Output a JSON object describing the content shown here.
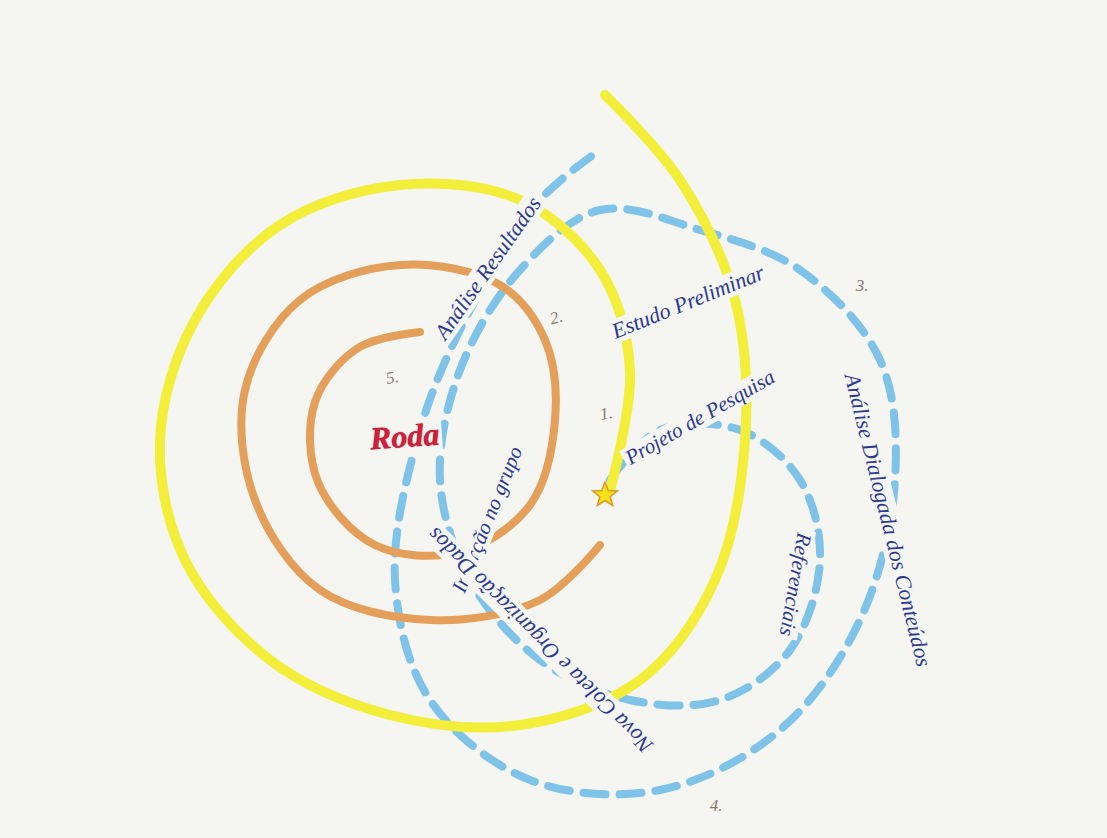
{
  "diagram": {
    "labels": [
      "Roda",
      "1.",
      "Projeto de Pesquisa",
      "Inserção no grupo",
      "Referenciais",
      "2.",
      "Estudo Preliminar",
      "3.",
      "Análise Dialogada dos Conteúdos",
      "4.",
      "Nova Coleta e Organização Dados",
      "5.",
      "Análise Resultados"
    ]
  }
}
